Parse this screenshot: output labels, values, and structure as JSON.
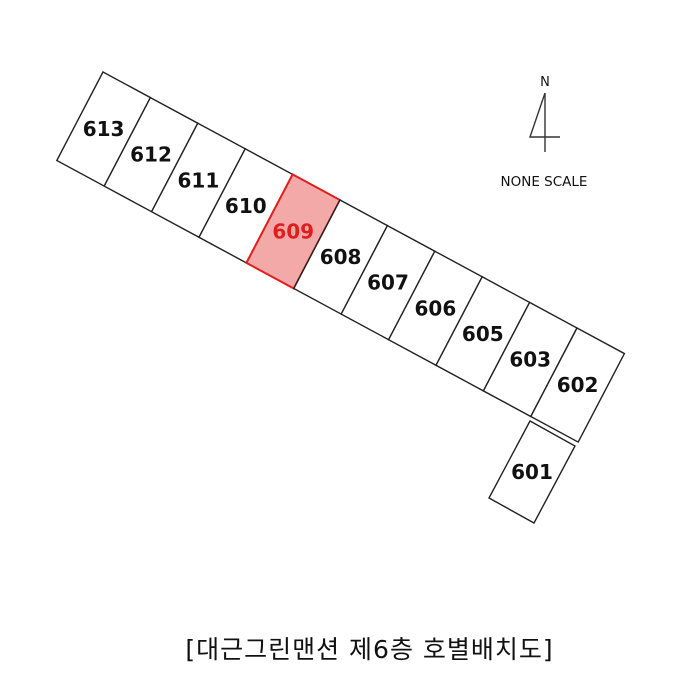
{
  "units": [
    {
      "label": "613",
      "highlight": false
    },
    {
      "label": "612",
      "highlight": false
    },
    {
      "label": "611",
      "highlight": false
    },
    {
      "label": "610",
      "highlight": false
    },
    {
      "label": "609",
      "highlight": true
    },
    {
      "label": "608",
      "highlight": false
    },
    {
      "label": "607",
      "highlight": false
    },
    {
      "label": "606",
      "highlight": false
    },
    {
      "label": "605",
      "highlight": false
    },
    {
      "label": "603",
      "highlight": false
    },
    {
      "label": "602",
      "highlight": false
    },
    {
      "label": "601",
      "highlight": false
    }
  ],
  "north_label": "N",
  "scale_note": "NONE SCALE",
  "caption": "[대근그린맨션 제6층 호별배치도]",
  "colors": {
    "highlight_fill": "#f4a9a9",
    "highlight_stroke": "#e01e1e",
    "line": "#222222"
  }
}
